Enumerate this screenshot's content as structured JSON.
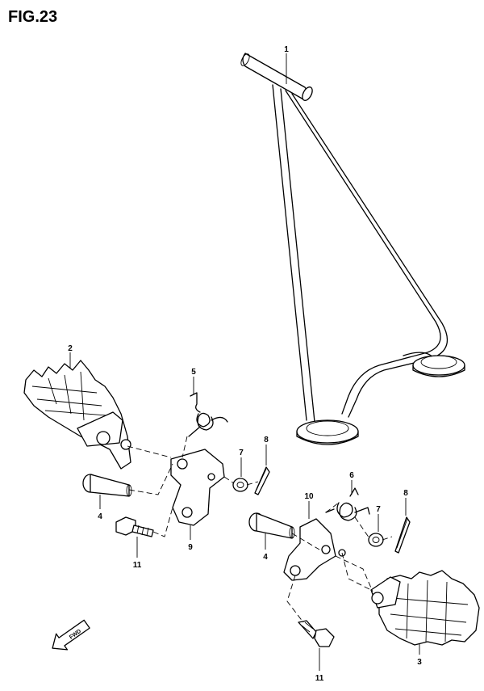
{
  "figure": {
    "title": "FIG.23"
  },
  "callouts": [
    {
      "id": "c1",
      "label": "1"
    },
    {
      "id": "c2",
      "label": "2"
    },
    {
      "id": "c3",
      "label": "3"
    },
    {
      "id": "c4a",
      "label": "4"
    },
    {
      "id": "c4b",
      "label": "4"
    },
    {
      "id": "c5",
      "label": "5"
    },
    {
      "id": "c6",
      "label": "6"
    },
    {
      "id": "c7a",
      "label": "7"
    },
    {
      "id": "c7b",
      "label": "7"
    },
    {
      "id": "c8a",
      "label": "8"
    },
    {
      "id": "c8b",
      "label": "8"
    },
    {
      "id": "c9",
      "label": "9"
    },
    {
      "id": "c10",
      "label": "10"
    },
    {
      "id": "c11a",
      "label": "11"
    },
    {
      "id": "c11b",
      "label": "11"
    }
  ],
  "fwd_arrow": {
    "label": "FWD"
  }
}
